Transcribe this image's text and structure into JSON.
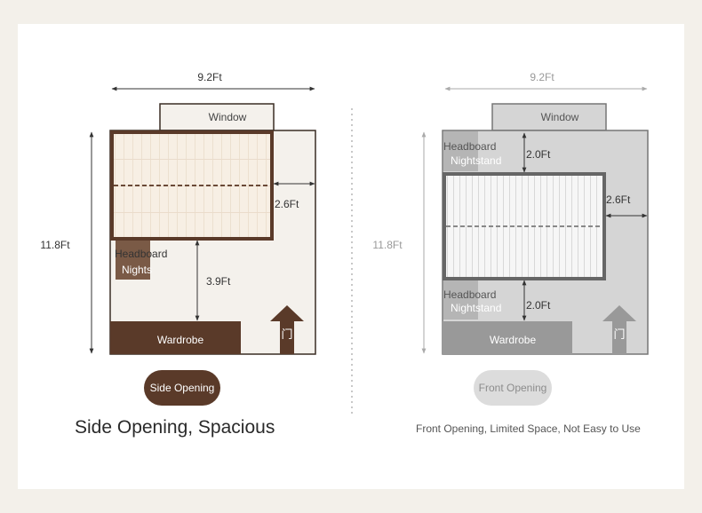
{
  "left_plan": {
    "width_label": "9.2Ft",
    "height_label": "11.8Ft",
    "window_label": "Window",
    "headboard_label": "Headboard",
    "nightstand_label": "Nights",
    "side_gap_label": "2.6Ft",
    "front_gap_label": "3.9Ft",
    "wardrobe_label": "Wardrobe",
    "door_char": "门",
    "pill_label": "Side Opening",
    "caption": "Side Opening, Spacious"
  },
  "right_plan": {
    "width_label": "9.2Ft",
    "height_label": "11.8Ft",
    "window_label": "Window",
    "top_headboard_label": "Headboard",
    "top_nightstand_label": "Nightstand",
    "top_gap_label": "2.0Ft",
    "side_gap_label": "2.6Ft",
    "bottom_headboard_label": "Headboard",
    "bottom_nightstand_label": "Nightstand",
    "bottom_gap_label": "2.0Ft",
    "wardrobe_label": "Wardrobe",
    "door_char": "门",
    "pill_label": "Front Opening",
    "caption": "Front Opening, Limited Space, Not Easy to Use"
  },
  "colors": {
    "brown": "#5a3a29",
    "room_left": "#f4f1ec",
    "room_right": "#d5d5d5",
    "gray_dark": "#999999"
  }
}
